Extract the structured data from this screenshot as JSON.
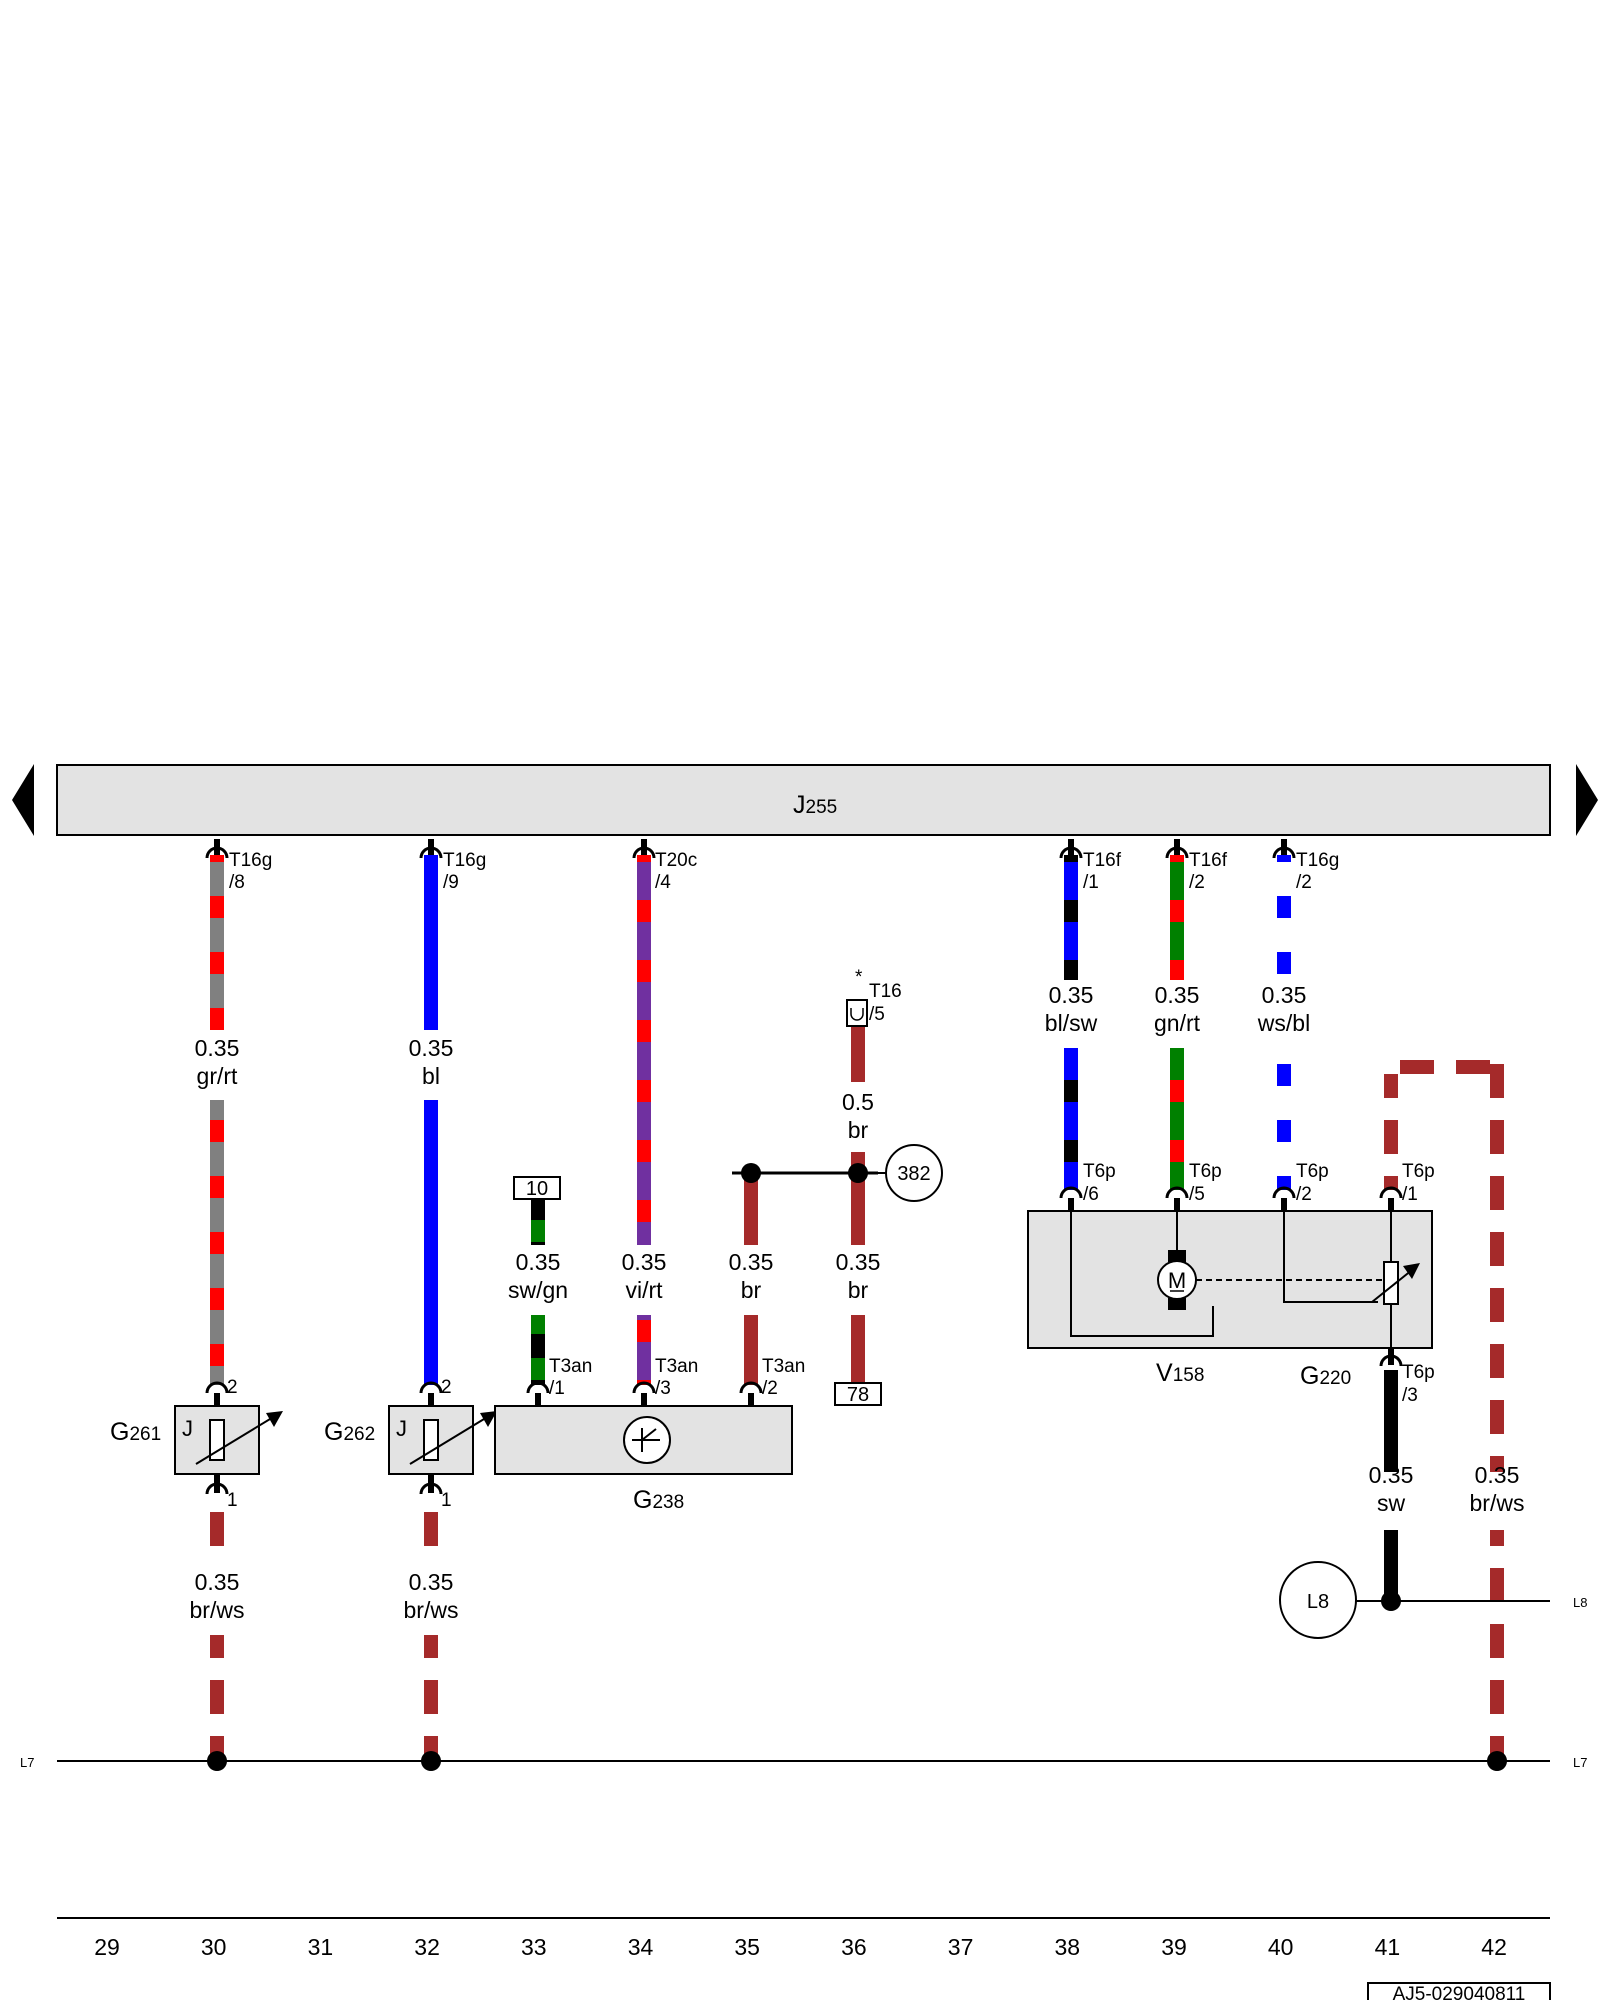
{
  "modules": {
    "J255": {
      "name": "J",
      "sub": "255"
    },
    "G261": {
      "name": "G",
      "sub": "261",
      "inner": "J"
    },
    "G262": {
      "name": "G",
      "sub": "262",
      "inner": "J"
    },
    "G238": {
      "name": "G",
      "sub": "238"
    },
    "V158": {
      "name": "V",
      "sub": "158"
    },
    "G220": {
      "name": "G",
      "sub": "220"
    },
    "motor_symbol": "M"
  },
  "connectors": {
    "c30_top": {
      "name": "T16g",
      "pin": "/8"
    },
    "c32_top": {
      "name": "T16g",
      "pin": "/9"
    },
    "c34_top": {
      "name": "T20c",
      "pin": "/4"
    },
    "c36_top": {
      "star": "*",
      "name": "T16",
      "pin": "/5"
    },
    "c38_top": {
      "name": "T16f",
      "pin": "/1"
    },
    "c39_top": {
      "name": "T16f",
      "pin": "/2"
    },
    "c40_top": {
      "name": "T16g",
      "pin": "/2"
    },
    "c30_g261_top": {
      "pin": "2"
    },
    "c30_g261_bot": {
      "pin": "1"
    },
    "c32_g262_top": {
      "pin": "2"
    },
    "c32_g262_bot": {
      "pin": "1"
    },
    "c33_g238": {
      "name": "T3an",
      "pin": "/1"
    },
    "c34_g238": {
      "name": "T3an",
      "pin": "/3"
    },
    "c35_g238": {
      "name": "T3an",
      "pin": "/2"
    },
    "c38_v158": {
      "name": "T6p",
      "pin": "/6"
    },
    "c39_v158": {
      "name": "T6p",
      "pin": "/5"
    },
    "c40_v158": {
      "name": "T6p",
      "pin": "/2"
    },
    "c41_v158": {
      "name": "T6p",
      "pin": "/1"
    },
    "c41_bot": {
      "name": "T6p",
      "pin": "/3"
    }
  },
  "wires": {
    "w30a": {
      "size": "0.35",
      "color": "gr/rt"
    },
    "w32a": {
      "size": "0.35",
      "color": "bl"
    },
    "w33": {
      "size": "0.35",
      "color": "sw/gn"
    },
    "w34": {
      "size": "0.35",
      "color": "vi/rt"
    },
    "w35": {
      "size": "0.35",
      "color": "br"
    },
    "w36a": {
      "size": "0.5",
      "color": "br"
    },
    "w36b": {
      "size": "0.35",
      "color": "br"
    },
    "w38": {
      "size": "0.35",
      "color": "bl/sw"
    },
    "w39": {
      "size": "0.35",
      "color": "gn/rt"
    },
    "w40": {
      "size": "0.35",
      "color": "ws/bl"
    },
    "w30b": {
      "size": "0.35",
      "color": "br/ws"
    },
    "w32b": {
      "size": "0.35",
      "color": "br/ws"
    },
    "w41": {
      "size": "0.35",
      "color": "sw"
    },
    "w42": {
      "size": "0.35",
      "color": "br/ws"
    }
  },
  "references": {
    "box10": "10",
    "box78": "78",
    "circle382": "382",
    "circleL8": "L8",
    "edgeL8": "L8",
    "edgeL7_left": "L7",
    "edgeL7_right": "L7"
  },
  "columns": [
    "29",
    "30",
    "31",
    "32",
    "33",
    "34",
    "35",
    "36",
    "37",
    "38",
    "39",
    "40",
    "41",
    "42"
  ],
  "footer_code": "AJ5-029040811",
  "colors": {
    "red": "#ff0000",
    "grey": "#808080",
    "blue": "#0000ff",
    "green": "#008000",
    "violet": "#7030a0",
    "brown": "#a52a2a",
    "black": "#000000",
    "white": "#ffffff",
    "module_fill": "#e3e3e3"
  }
}
